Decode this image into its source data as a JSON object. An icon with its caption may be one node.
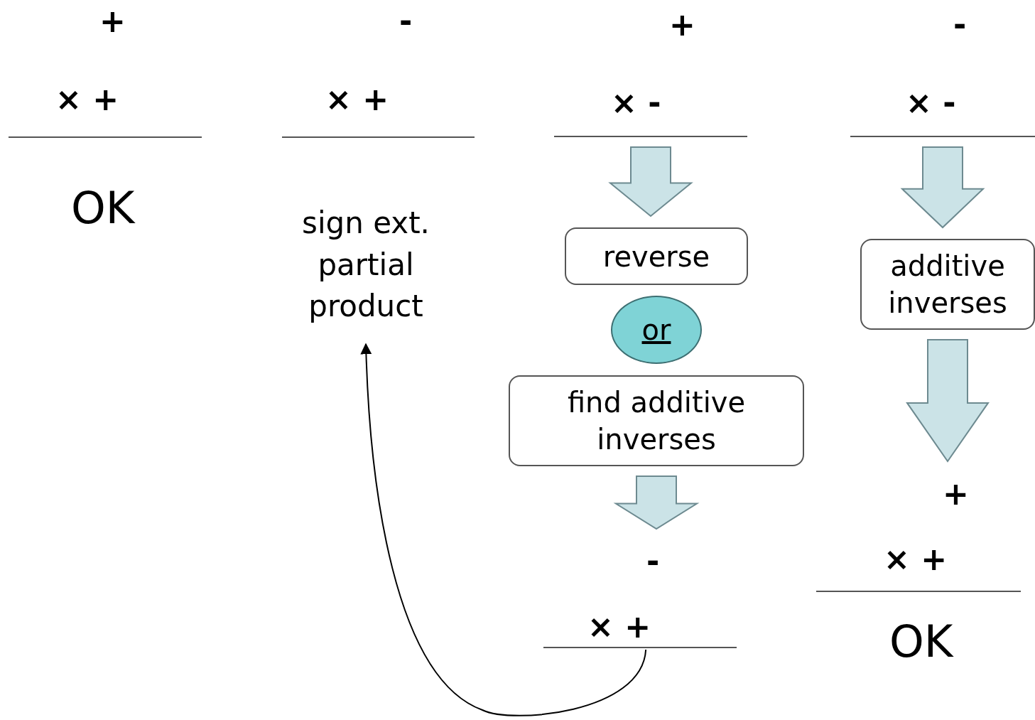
{
  "diagram": {
    "nodes": [
      {
        "text": [
          "sign ext. partial product"
        ]
      },
      {
        "text": [
          "+",
          "× -"
        ]
      },
      {
        "text": [
          "reverse"
        ]
      },
      {
        "text": [
          "or"
        ]
      },
      {
        "text": [
          "find additive inverses"
        ]
      },
      {
        "text": [
          "-",
          "× +"
        ]
      },
      {
        "text": [
          "-",
          "× -"
        ]
      },
      {
        "text": [
          "additive inverses"
        ]
      },
      {
        "text": [
          "+",
          "× +"
        ]
      }
    ],
    "edges": [
      {
        "from": 1,
        "to": 2,
        "arrow": "to",
        "style": "thick"
      },
      {
        "from": 4,
        "to": 5,
        "arrow": "to",
        "style": "thick"
      },
      {
        "from": 5,
        "to": 0,
        "arrow": "to",
        "color": "#000000"
      },
      {
        "from": 6,
        "to": 7,
        "arrow": "to",
        "style": "thick"
      },
      {
        "from": 7,
        "to": 8,
        "arrow": "to",
        "style": "thick"
      }
    ],
    "labels": [
      "+",
      "× +",
      "OK",
      "-",
      "× +",
      "OK"
    ]
  }
}
